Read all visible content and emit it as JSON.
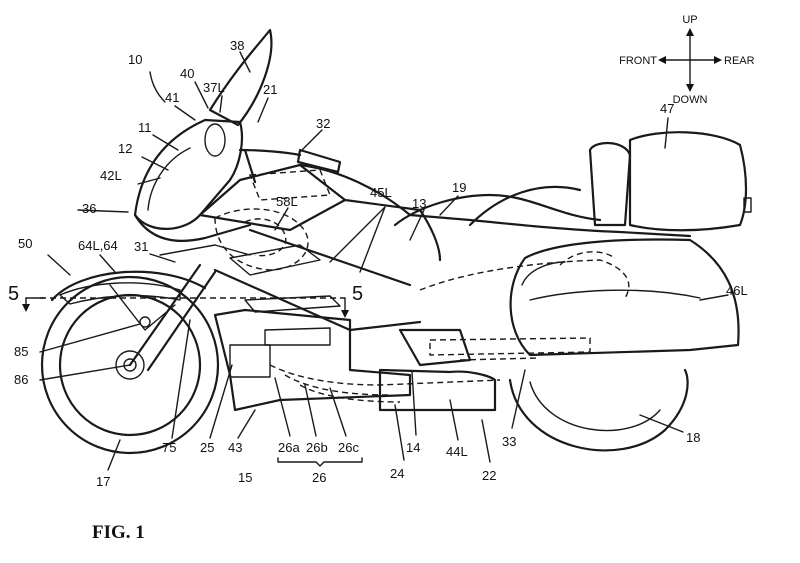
{
  "figure_title": "FIG. 1",
  "directions": {
    "up": "UP",
    "down": "DOWN",
    "front": "FRONT",
    "rear": "REAR"
  },
  "section_marks": [
    "5",
    "5"
  ],
  "reference_numerals": [
    "10",
    "38",
    "40",
    "37L",
    "41",
    "21",
    "32",
    "11",
    "12",
    "42L",
    "36",
    "58L",
    "45L",
    "13",
    "19",
    "47",
    "50",
    "64L,64",
    "31",
    "46L",
    "85",
    "86",
    "75",
    "17",
    "25",
    "43",
    "15",
    "26a",
    "26b",
    "26c",
    "26",
    "24",
    "14",
    "44L",
    "22",
    "33",
    "18"
  ]
}
